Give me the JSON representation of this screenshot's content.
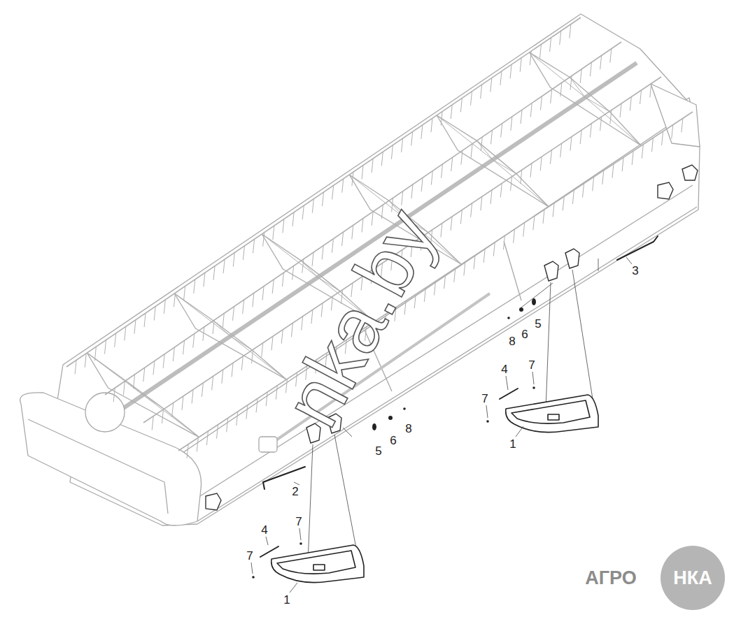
{
  "diagram": {
    "labels": [
      "3",
      "5",
      "6",
      "8",
      "4",
      "7",
      "7",
      "1",
      "5",
      "6",
      "8",
      "2",
      "4",
      "7",
      "7",
      "1",
      "nka.by",
      "АГРО",
      "НКА"
    ]
  }
}
